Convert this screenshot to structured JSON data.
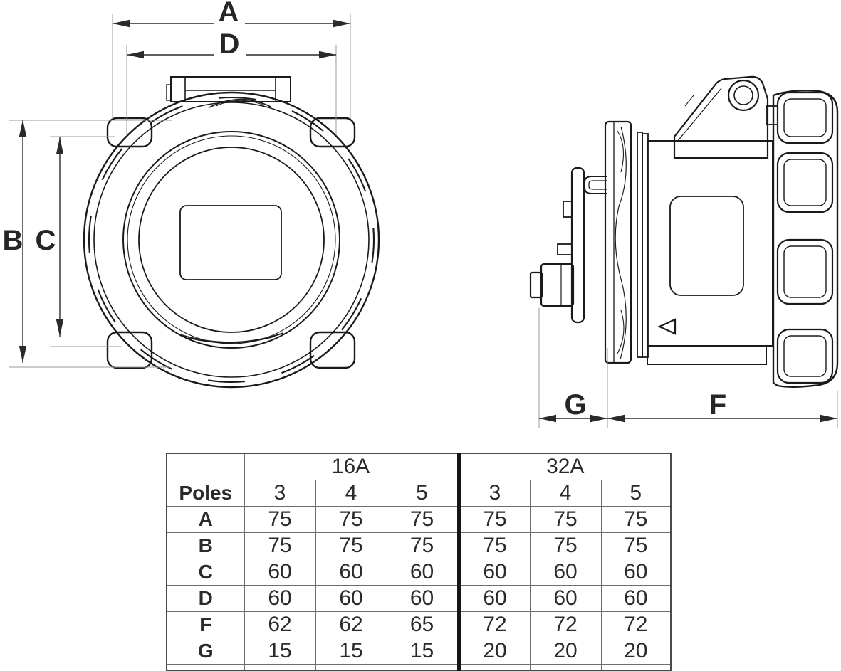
{
  "dimensions": {
    "a": "A",
    "d": "D",
    "b": "B",
    "c": "C",
    "g": "G",
    "f": "F"
  },
  "table": {
    "corner_label": "",
    "group_headers": [
      "16A",
      "32A"
    ],
    "poles_row": {
      "label": "Poles",
      "values": [
        "3",
        "4",
        "5",
        "3",
        "4",
        "5"
      ]
    },
    "rows": [
      {
        "label": "A",
        "values": [
          "75",
          "75",
          "75",
          "75",
          "75",
          "75"
        ]
      },
      {
        "label": "B",
        "values": [
          "75",
          "75",
          "75",
          "75",
          "75",
          "75"
        ]
      },
      {
        "label": "C",
        "values": [
          "60",
          "60",
          "60",
          "60",
          "60",
          "60"
        ]
      },
      {
        "label": "D",
        "values": [
          "60",
          "60",
          "60",
          "60",
          "60",
          "60"
        ]
      },
      {
        "label": "F",
        "values": [
          "62",
          "62",
          "65",
          "72",
          "72",
          "72"
        ]
      },
      {
        "label": "G",
        "values": [
          "15",
          "15",
          "15",
          "20",
          "20",
          "20"
        ]
      }
    ]
  },
  "colors": {
    "line": "#1a1a1a",
    "extension_line": "#999999",
    "table_border": "#6e6e6e",
    "table_divider": "#161616"
  }
}
